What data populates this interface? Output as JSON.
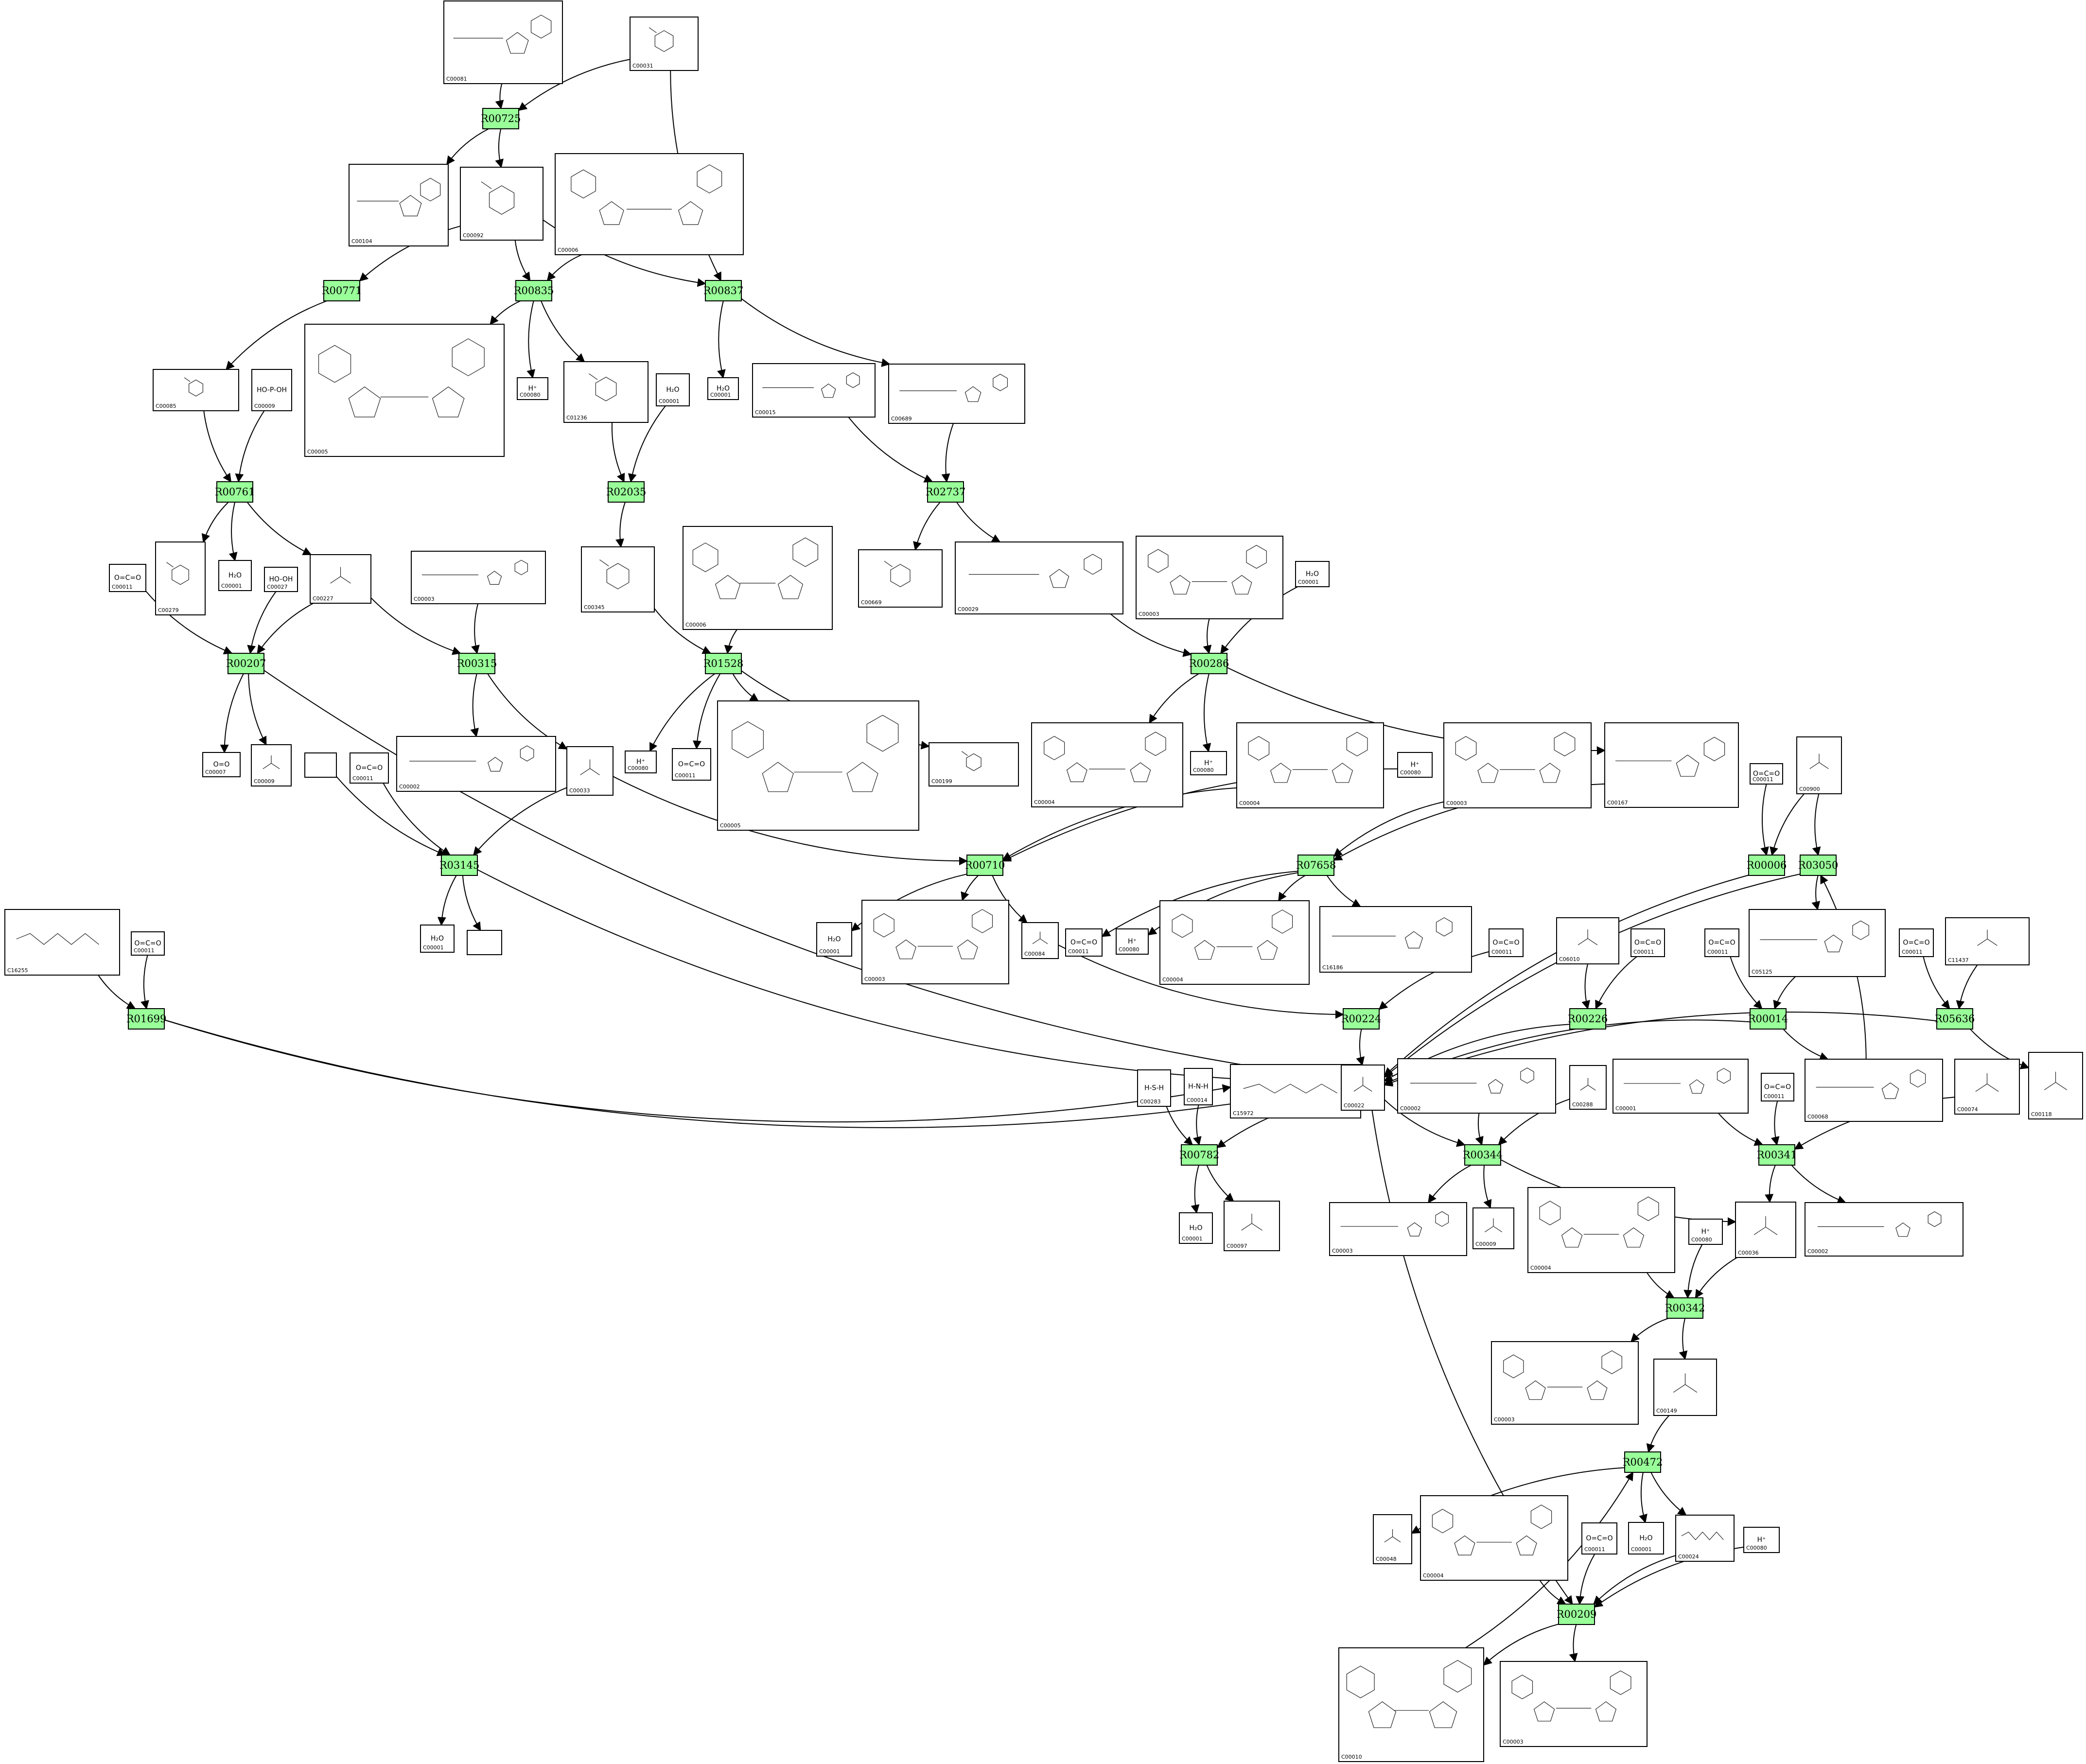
{
  "reactions": [
    {
      "id": "R00725",
      "label": "R00725"
    },
    {
      "id": "R00771",
      "label": "R00771"
    },
    {
      "id": "R00835",
      "label": "R00835"
    },
    {
      "id": "R00837",
      "label": "R00837"
    },
    {
      "id": "R00761",
      "label": "R00761"
    },
    {
      "id": "R02035",
      "label": "R02035"
    },
    {
      "id": "R02737",
      "label": "R02737"
    },
    {
      "id": "R00207",
      "label": "R00207"
    },
    {
      "id": "R00315",
      "label": "R00315"
    },
    {
      "id": "R01528",
      "label": "R01528"
    },
    {
      "id": "R00286",
      "label": "R00286"
    },
    {
      "id": "R03145",
      "label": "R03145"
    },
    {
      "id": "R00710",
      "label": "R00710"
    },
    {
      "id": "R07658",
      "label": "R07658"
    },
    {
      "id": "R00006",
      "label": "R00006"
    },
    {
      "id": "R03050",
      "label": "R03050"
    },
    {
      "id": "R01699",
      "label": "R01699"
    },
    {
      "id": "R00224",
      "label": "R00224"
    },
    {
      "id": "R00226",
      "label": "R00226"
    },
    {
      "id": "R00014",
      "label": "R00014"
    },
    {
      "id": "R05636",
      "label": "R05636"
    },
    {
      "id": "R00782",
      "label": "R00782"
    },
    {
      "id": "R00344",
      "label": "R00344"
    },
    {
      "id": "R00341",
      "label": "R00341"
    },
    {
      "id": "R00342",
      "label": "R00342"
    },
    {
      "id": "R00472",
      "label": "R00472"
    },
    {
      "id": "R00209",
      "label": "R00209"
    }
  ],
  "compounds": [
    {
      "id": "c_c00081",
      "label": "C00081",
      "kind": "nucleotide"
    },
    {
      "id": "c_c00031",
      "label": "C00031",
      "kind": "sugar"
    },
    {
      "id": "c_c00104",
      "label": "C00104",
      "kind": "nucleotide"
    },
    {
      "id": "c_c00092",
      "label": "C00092",
      "kind": "sugar"
    },
    {
      "id": "c_c00006a",
      "label": "C00006",
      "kind": "big"
    },
    {
      "id": "c_c00085",
      "label": "C00085",
      "kind": "sugar"
    },
    {
      "id": "c_c00009a",
      "label": "C00009",
      "kind": "formula",
      "formula": "HO-P-OH"
    },
    {
      "id": "c_c00005a",
      "label": "C00005",
      "kind": "big"
    },
    {
      "id": "c_c00080a",
      "label": "C00080",
      "kind": "formula",
      "formula": "H⁺"
    },
    {
      "id": "c_c01236",
      "label": "C01236",
      "kind": "sugar"
    },
    {
      "id": "c_c00001a",
      "label": "C00001",
      "kind": "formula",
      "formula": "H₂O"
    },
    {
      "id": "c_c00001b",
      "label": "C00001",
      "kind": "formula",
      "formula": "H₂O"
    },
    {
      "id": "c_c00015",
      "label": "C00015",
      "kind": "nucleotide"
    },
    {
      "id": "c_c00689",
      "label": "C00689",
      "kind": "nucleotide"
    },
    {
      "id": "c_c00011a",
      "label": "C00011",
      "kind": "formula",
      "formula": "O=C=O"
    },
    {
      "id": "c_c00279",
      "label": "C00279",
      "kind": "sugar"
    },
    {
      "id": "c_c00001c",
      "label": "C00001",
      "kind": "formula",
      "formula": "H₂O"
    },
    {
      "id": "c_c00027",
      "label": "C00027",
      "kind": "formula",
      "formula": "HO-OH"
    },
    {
      "id": "c_c00227",
      "label": "C00227",
      "kind": "small"
    },
    {
      "id": "c_c00003a",
      "label": "C00003",
      "kind": "nucleotide"
    },
    {
      "id": "c_c00345",
      "label": "C00345",
      "kind": "sugar"
    },
    {
      "id": "c_c00006b",
      "label": "C00006",
      "kind": "big"
    },
    {
      "id": "c_c00669",
      "label": "C00669",
      "kind": "sugar"
    },
    {
      "id": "c_c00029",
      "label": "C00029",
      "kind": "nucleotide"
    },
    {
      "id": "c_c00003b",
      "label": "C00003",
      "kind": "big"
    },
    {
      "id": "c_c00001d",
      "label": "C00001",
      "kind": "formula",
      "formula": "H₂O"
    },
    {
      "id": "c_c00007",
      "label": "C00007",
      "kind": "formula",
      "formula": "O=O"
    },
    {
      "id": "c_c00009b",
      "label": "C00009",
      "kind": "small"
    },
    {
      "id": "c_c00002a",
      "label": "C00002",
      "kind": "nucleotide"
    },
    {
      "id": "c_c00080b",
      "label": "C00080",
      "kind": "formula",
      "formula": "H⁺"
    },
    {
      "id": "c_c00011b",
      "label": "C00011",
      "kind": "formula",
      "formula": "O=C=O"
    },
    {
      "id": "c_c00005b",
      "label": "C00005",
      "kind": "big"
    },
    {
      "id": "c_c00199",
      "label": "C00199",
      "kind": "sugar"
    },
    {
      "id": "c_c00004a",
      "label": "C00004",
      "kind": "big"
    },
    {
      "id": "c_c00080c",
      "label": "C00080",
      "kind": "formula",
      "formula": "H⁺"
    },
    {
      "id": "c_c00004b",
      "label": "C00004",
      "kind": "big"
    },
    {
      "id": "c_c00003c",
      "label": "C00003",
      "kind": "big"
    },
    {
      "id": "c_c00167",
      "label": "C00167",
      "kind": "nucleotide"
    },
    {
      "id": "c_c00011c",
      "label": "C00011",
      "kind": "formula",
      "formula": "O=C=O"
    },
    {
      "id": "c_c00900",
      "label": "C00900",
      "kind": "small"
    },
    {
      "id": "c_empty1",
      "label": "",
      "kind": "empty"
    },
    {
      "id": "c_c00011d",
      "label": "C00011",
      "kind": "formula",
      "formula": "O=C=O"
    },
    {
      "id": "c_c00033",
      "label": "C00033",
      "kind": "small"
    },
    {
      "id": "c_c00080d",
      "label": "C00080",
      "kind": "formula",
      "formula": "H⁺"
    },
    {
      "id": "c_c16255",
      "label": "C16255",
      "kind": "chain"
    },
    {
      "id": "c_c00011e",
      "label": "C00011",
      "kind": "formula",
      "formula": "O=C=O"
    },
    {
      "id": "c_c00001e",
      "label": "C00001",
      "kind": "formula",
      "formula": "H₂O"
    },
    {
      "id": "c_empty2",
      "label": "",
      "kind": "empty"
    },
    {
      "id": "c_c00001f",
      "label": "C00001",
      "kind": "formula",
      "formula": "H₂O"
    },
    {
      "id": "c_c00003d",
      "label": "C00003",
      "kind": "big"
    },
    {
      "id": "c_c00084",
      "label": "C00084",
      "kind": "small"
    },
    {
      "id": "c_c00011f",
      "label": "C00011",
      "kind": "formula",
      "formula": "O=C=O"
    },
    {
      "id": "c_c00080e",
      "label": "C00080",
      "kind": "formula",
      "formula": "H⁺"
    },
    {
      "id": "c_c00004c",
      "label": "C00004",
      "kind": "big"
    },
    {
      "id": "c_c16186",
      "label": "C16186",
      "kind": "nucleotide"
    },
    {
      "id": "c_c00011g",
      "label": "C00011",
      "kind": "formula",
      "formula": "O=C=O"
    },
    {
      "id": "c_c06010",
      "label": "C06010",
      "kind": "small"
    },
    {
      "id": "c_c00011h",
      "label": "C00011",
      "kind": "formula",
      "formula": "O=C=O"
    },
    {
      "id": "c_c00011i",
      "label": "C00011",
      "kind": "formula",
      "formula": "O=C=O"
    },
    {
      "id": "c_c05125",
      "label": "C05125",
      "kind": "nucleotide"
    },
    {
      "id": "c_c00011j",
      "label": "C00011",
      "kind": "formula",
      "formula": "O=C=O"
    },
    {
      "id": "c_c11437",
      "label": "C11437",
      "kind": "small"
    },
    {
      "id": "c_c00283",
      "label": "C00283",
      "kind": "formula",
      "formula": "H-S-H"
    },
    {
      "id": "c_c00014",
      "label": "C00014",
      "kind": "formula",
      "formula": "H-N-H"
    },
    {
      "id": "c_c15972",
      "label": "C15972",
      "kind": "chain"
    },
    {
      "id": "c_c00022",
      "label": "C00022",
      "kind": "small"
    },
    {
      "id": "c_c00002b",
      "label": "C00002",
      "kind": "nucleotide"
    },
    {
      "id": "c_c00288",
      "label": "C00288",
      "kind": "small"
    },
    {
      "id": "c_c00001g",
      "label": "C00001",
      "kind": "nucleotide"
    },
    {
      "id": "c_c00011k",
      "label": "C00011",
      "kind": "formula",
      "formula": "O=C=O"
    },
    {
      "id": "c_c00068",
      "label": "C00068",
      "kind": "nucleotide"
    },
    {
      "id": "c_c00074",
      "label": "C00074",
      "kind": "small"
    },
    {
      "id": "c_c00118",
      "label": "C00118",
      "kind": "small"
    },
    {
      "id": "c_c00001h",
      "label": "C00001",
      "kind": "formula",
      "formula": "H₂O"
    },
    {
      "id": "c_c00097",
      "label": "C00097",
      "kind": "small"
    },
    {
      "id": "c_c00003e",
      "label": "C00003",
      "kind": "nucleotide"
    },
    {
      "id": "c_c00009c",
      "label": "C00009",
      "kind": "small"
    },
    {
      "id": "c_c00004d",
      "label": "C00004",
      "kind": "big"
    },
    {
      "id": "c_c00080f",
      "label": "C00080",
      "kind": "formula",
      "formula": "H⁺"
    },
    {
      "id": "c_c00036",
      "label": "C00036",
      "kind": "small"
    },
    {
      "id": "c_c00002c",
      "label": "C00002",
      "kind": "nucleotide"
    },
    {
      "id": "c_c00003f",
      "label": "C00003",
      "kind": "big"
    },
    {
      "id": "c_c00149",
      "label": "C00149",
      "kind": "small"
    },
    {
      "id": "c_c00048",
      "label": "C00048",
      "kind": "small"
    },
    {
      "id": "c_c00004e",
      "label": "C00004",
      "kind": "big"
    },
    {
      "id": "c_c00011l",
      "label": "C00011",
      "kind": "formula",
      "formula": "O=C=O"
    },
    {
      "id": "c_c00001i",
      "label": "C00001",
      "kind": "formula",
      "formula": "H₂O"
    },
    {
      "id": "c_c00024",
      "label": "C00024",
      "kind": "chain"
    },
    {
      "id": "c_c00080g",
      "label": "C00080",
      "kind": "formula",
      "formula": "H⁺"
    },
    {
      "id": "c_c00010",
      "label": "C00010",
      "kind": "big"
    },
    {
      "id": "c_c00003g",
      "label": "C00003",
      "kind": "big"
    }
  ]
}
